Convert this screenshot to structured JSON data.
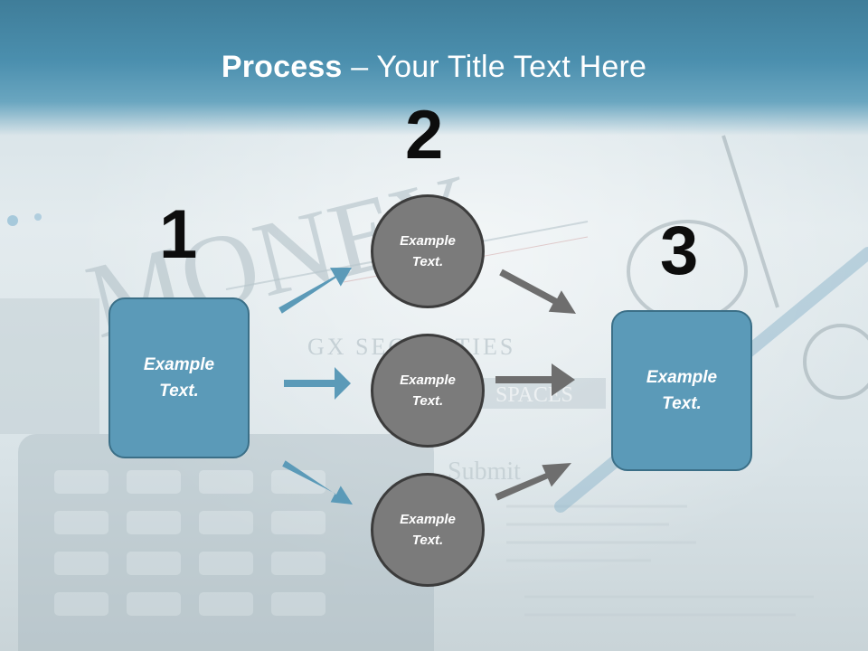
{
  "slide": {
    "title_bold": "Process",
    "title_rest": " – Your Title Text Here"
  },
  "steps": [
    {
      "number": "1"
    },
    {
      "number": "2"
    },
    {
      "number": "3"
    }
  ],
  "boxes": {
    "left": {
      "line1": "Example",
      "line2": "Text."
    },
    "right": {
      "line1": "Example",
      "line2": "Text."
    }
  },
  "circles": [
    {
      "line1": "Example",
      "line2": "Text."
    },
    {
      "line1": "Example",
      "line2": "Text."
    },
    {
      "line1": "Example",
      "line2": "Text."
    }
  ],
  "background_text": {
    "headline": "MONEY",
    "line_a": "GX SECURITIES",
    "line_b": "SPACES",
    "line_c": "Submit"
  },
  "colors": {
    "box_fill": "#5b9ab8",
    "circle_fill": "#7b7b7b",
    "arrow_blue": "#5b9ab8",
    "arrow_gray": "#6e6e6e",
    "header": "#4b8fae"
  }
}
